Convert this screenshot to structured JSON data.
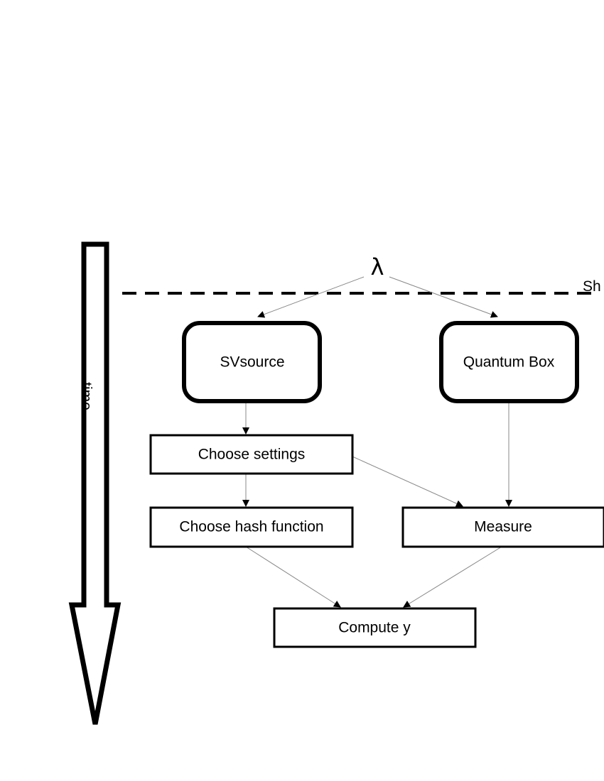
{
  "diagram": {
    "lambda": "λ",
    "shield_label": "Sh",
    "time_label": "time",
    "nodes": {
      "svsource": "SVsource",
      "quantum_box": "Quantum Box",
      "choose_settings": "Choose settings",
      "choose_hash": "Choose hash function",
      "measure": "Measure",
      "compute_y": "Compute y"
    }
  }
}
